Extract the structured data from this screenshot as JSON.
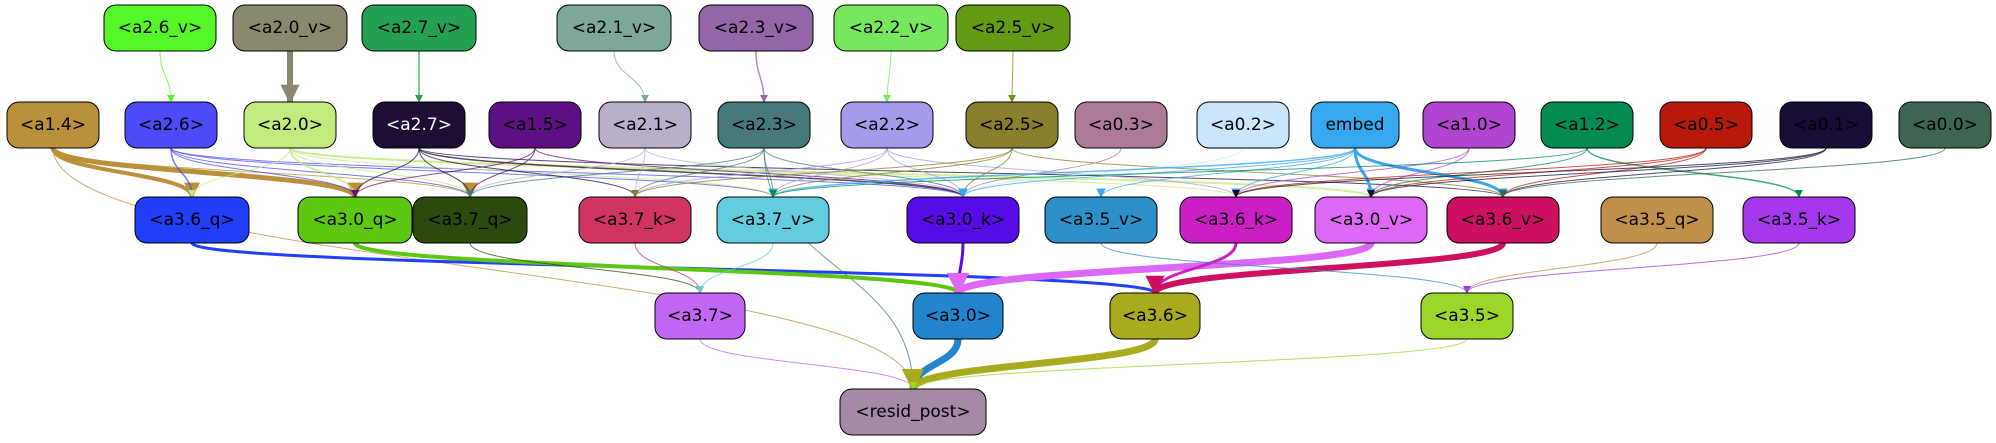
{
  "nodes": [
    {
      "id": "a2_6_v",
      "label": "<a2.6_v>",
      "fill": "#56f727",
      "text": "#000000"
    },
    {
      "id": "a2_0_v",
      "label": "<a2.0_v>",
      "fill": "#8b8870",
      "text": "#000000"
    },
    {
      "id": "a2_7_v",
      "label": "<a2.7_v>",
      "fill": "#22a153",
      "text": "#000000"
    },
    {
      "id": "a2_1_v",
      "label": "<a2.1_v>",
      "fill": "#7ba897",
      "text": "#000000"
    },
    {
      "id": "a2_3_v",
      "label": "<a2.3_v>",
      "fill": "#9366a8",
      "text": "#000000"
    },
    {
      "id": "a2_2_v",
      "label": "<a2.2_v>",
      "fill": "#77e85d",
      "text": "#000000"
    },
    {
      "id": "a2_5_v",
      "label": "<a2.5_v>",
      "fill": "#629a11",
      "text": "#000000"
    },
    {
      "id": "a1_4",
      "label": "<a1.4>",
      "fill": "#bb903b",
      "text": "#000000"
    },
    {
      "id": "a2_6",
      "label": "<a2.6>",
      "fill": "#4c4bf5",
      "text": "#000000"
    },
    {
      "id": "a2_0",
      "label": "<a2.0>",
      "fill": "#c3ea7c",
      "text": "#000000"
    },
    {
      "id": "a2_7",
      "label": "<a2.7>",
      "fill": "#1d0e34",
      "text": "#ffffff"
    },
    {
      "id": "a1_5",
      "label": "<a1.5>",
      "fill": "#5e0f84",
      "text": "#000000"
    },
    {
      "id": "a2_1",
      "label": "<a2.1>",
      "fill": "#b9afcb",
      "text": "#000000"
    },
    {
      "id": "a2_3",
      "label": "<a2.3>",
      "fill": "#47797a",
      "text": "#000000"
    },
    {
      "id": "a2_2",
      "label": "<a2.2>",
      "fill": "#a49bec",
      "text": "#000000"
    },
    {
      "id": "a2_5",
      "label": "<a2.5>",
      "fill": "#877f2b",
      "text": "#000000"
    },
    {
      "id": "a0_3",
      "label": "<a0.3>",
      "fill": "#ac7b98",
      "text": "#000000"
    },
    {
      "id": "a0_2",
      "label": "<a0.2>",
      "fill": "#c9e6fd",
      "text": "#000000"
    },
    {
      "id": "embed",
      "label": "embed",
      "fill": "#35a8ef",
      "text": "#000000"
    },
    {
      "id": "a1_0",
      "label": "<a1.0>",
      "fill": "#b045cf",
      "text": "#000000"
    },
    {
      "id": "a1_2",
      "label": "<a1.2>",
      "fill": "#038b52",
      "text": "#000000"
    },
    {
      "id": "a0_5",
      "label": "<a0.5>",
      "fill": "#b71a0c",
      "text": "#000000"
    },
    {
      "id": "a0_1",
      "label": "<a0.1>",
      "fill": "#180d37",
      "text": "#000000"
    },
    {
      "id": "a0_0",
      "label": "<a0.0>",
      "fill": "#3c6651",
      "text": "#000000"
    },
    {
      "id": "a3_6_q",
      "label": "<a3.6_q>",
      "fill": "#213ef8",
      "text": "#000000"
    },
    {
      "id": "a3_0_q",
      "label": "<a3.0_q>",
      "fill": "#5bc710",
      "text": "#000000"
    },
    {
      "id": "a3_7_q",
      "label": "<a3.7_q>",
      "fill": "#2c4a0c",
      "text": "#000000"
    },
    {
      "id": "a3_7_k",
      "label": "<a3.7_k>",
      "fill": "#d23461",
      "text": "#000000"
    },
    {
      "id": "a3_7_v",
      "label": "<a3.7_v>",
      "fill": "#63cde0",
      "text": "#000000"
    },
    {
      "id": "a3_0_k",
      "label": "<a3.0_k>",
      "fill": "#580be6",
      "text": "#000000"
    },
    {
      "id": "a3_5_v",
      "label": "<a3.5_v>",
      "fill": "#2a90c7",
      "text": "#000000"
    },
    {
      "id": "a3_6_k",
      "label": "<a3.6_k>",
      "fill": "#cc1ec6",
      "text": "#000000"
    },
    {
      "id": "a3_0_v",
      "label": "<a3.0_v>",
      "fill": "#de68f6",
      "text": "#000000"
    },
    {
      "id": "a3_6_v",
      "label": "<a3.6_v>",
      "fill": "#cd1160",
      "text": "#000000"
    },
    {
      "id": "a3_5_q",
      "label": "<a3.5_q>",
      "fill": "#c08f4a",
      "text": "#000000"
    },
    {
      "id": "a3_5_k",
      "label": "<a3.5_k>",
      "fill": "#a537ed",
      "text": "#000000"
    },
    {
      "id": "a3_7",
      "label": "<a3.7>",
      "fill": "#c267f5",
      "text": "#000000"
    },
    {
      "id": "a3_0",
      "label": "<a3.0>",
      "fill": "#2184cd",
      "text": "#000000"
    },
    {
      "id": "a3_6",
      "label": "<a3.6>",
      "fill": "#a9ab1f",
      "text": "#000000"
    },
    {
      "id": "a3_5",
      "label": "<a3.5>",
      "fill": "#9dd62b",
      "text": "#000000"
    },
    {
      "id": "resid_post",
      "label": "<resid_post>",
      "fill": "#a48aa5",
      "text": "#000000"
    }
  ],
  "edges": [
    {
      "from": "a2_6_v",
      "to": "a2_6",
      "color": "#56f727",
      "weight": 1
    },
    {
      "from": "a2_0_v",
      "to": "a2_0",
      "color": "#8b8870",
      "weight": 6
    },
    {
      "from": "a2_7_v",
      "to": "a2_7",
      "color": "#22a153",
      "weight": 1.5
    },
    {
      "from": "a2_1_v",
      "to": "a2_1",
      "color": "#7ba897",
      "weight": 1
    },
    {
      "from": "a2_3_v",
      "to": "a2_3",
      "color": "#9366a8",
      "weight": 1.5
    },
    {
      "from": "a2_2_v",
      "to": "a2_2",
      "color": "#77e85d",
      "weight": 1
    },
    {
      "from": "a2_5_v",
      "to": "a2_5",
      "color": "#629a11",
      "weight": 1
    },
    {
      "from": "a1_4",
      "to": "a3_6_q",
      "color": "#bb903b",
      "weight": 4
    },
    {
      "from": "a1_4",
      "to": "a3_0_q",
      "color": "#bb903b",
      "weight": 5
    },
    {
      "from": "a1_4",
      "to": "resid_post",
      "color": "#bb903b",
      "weight": 1
    },
    {
      "from": "a1_4",
      "to": "a3_7_q",
      "color": "#bb903b",
      "weight": 1
    },
    {
      "from": "a2_6",
      "to": "a3_6_q",
      "color": "#4c4bf5",
      "weight": 1.5
    },
    {
      "from": "a2_6",
      "to": "a3_0_q",
      "color": "#4c4bf5",
      "weight": 1
    },
    {
      "from": "a2_6",
      "to": "a3_7_q",
      "color": "#4c4bf5",
      "weight": 1
    },
    {
      "from": "a2_6",
      "to": "a3_7_v",
      "color": "#4c4bf5",
      "weight": 1
    },
    {
      "from": "a2_6",
      "to": "a3_0_k",
      "color": "#4c4bf5",
      "weight": 1
    },
    {
      "from": "a2_0",
      "to": "a3_0_q",
      "color": "#c3ea7c",
      "weight": 2
    },
    {
      "from": "a2_0",
      "to": "a3_6_q",
      "color": "#c3ea7c",
      "weight": 1
    },
    {
      "from": "a2_0",
      "to": "a3_7_q",
      "color": "#c3ea7c",
      "weight": 1
    },
    {
      "from": "a2_0",
      "to": "a3_0_v",
      "color": "#c3ea7c",
      "weight": 2
    },
    {
      "from": "a2_0",
      "to": "a3_7_v",
      "color": "#c3ea7c",
      "weight": 1
    },
    {
      "from": "a2_0",
      "to": "a3_6_k",
      "color": "#c3ea7c",
      "weight": 1
    },
    {
      "from": "a2_7",
      "to": "a3_0_q",
      "color": "#1d0e34",
      "weight": 1
    },
    {
      "from": "a2_7",
      "to": "a3_7_q",
      "color": "#1d0e34",
      "weight": 1
    },
    {
      "from": "a2_7",
      "to": "a3_7_k",
      "color": "#1d0e34",
      "weight": 1
    },
    {
      "from": "a2_7",
      "to": "a3_0_k",
      "color": "#1d0e34",
      "weight": 1.5
    },
    {
      "from": "a2_7",
      "to": "a3_6_v",
      "color": "#1d0e34",
      "weight": 1
    },
    {
      "from": "a1_5",
      "to": "a3_0_q",
      "color": "#5e0f84",
      "weight": 1
    },
    {
      "from": "a1_5",
      "to": "a3_7_q",
      "color": "#5e0f84",
      "weight": 1
    },
    {
      "from": "a1_5",
      "to": "a3_0_k",
      "color": "#5e0f84",
      "weight": 1
    },
    {
      "from": "a2_1",
      "to": "a3_7_q",
      "color": "#b9afcb",
      "weight": 1
    },
    {
      "from": "a2_1",
      "to": "a3_7_k",
      "color": "#b9afcb",
      "weight": 1
    },
    {
      "from": "a2_1",
      "to": "a3_0_k",
      "color": "#b9afcb",
      "weight": 1
    },
    {
      "from": "a2_3",
      "to": "a3_7_q",
      "color": "#47797a",
      "weight": 1
    },
    {
      "from": "a2_3",
      "to": "a3_7_k",
      "color": "#47797a",
      "weight": 1
    },
    {
      "from": "a2_3",
      "to": "a3_7_v",
      "color": "#47797a",
      "weight": 1
    },
    {
      "from": "a2_3",
      "to": "a3_0_k",
      "color": "#47797a",
      "weight": 1
    },
    {
      "from": "a2_3",
      "to": "resid_post",
      "color": "#47797a",
      "weight": 1
    },
    {
      "from": "a2_2",
      "to": "a3_7_k",
      "color": "#a49bec",
      "weight": 1
    },
    {
      "from": "a2_2",
      "to": "a3_7_v",
      "color": "#a49bec",
      "weight": 1
    },
    {
      "from": "a2_2",
      "to": "a3_0_k",
      "color": "#a49bec",
      "weight": 1
    },
    {
      "from": "a2_2",
      "to": "a3_6_k",
      "color": "#a49bec",
      "weight": 1
    },
    {
      "from": "a2_5",
      "to": "a3_7_k",
      "color": "#877f2b",
      "weight": 1
    },
    {
      "from": "a2_5",
      "to": "a3_7_v",
      "color": "#877f2b",
      "weight": 1
    },
    {
      "from": "a2_5",
      "to": "a3_0_k",
      "color": "#877f2b",
      "weight": 1
    },
    {
      "from": "a2_5",
      "to": "a3_6_v",
      "color": "#877f2b",
      "weight": 1
    },
    {
      "from": "a0_3",
      "to": "a3_0_k",
      "color": "#ac7b98",
      "weight": 1
    },
    {
      "from": "a0_2",
      "to": "a3_0_k",
      "color": "#c9e6fd",
      "weight": 1
    },
    {
      "from": "embed",
      "to": "a3_0_v",
      "color": "#35a8ef",
      "weight": 3
    },
    {
      "from": "embed",
      "to": "a3_6_v",
      "color": "#35a8ef",
      "weight": 3
    },
    {
      "from": "embed",
      "to": "a3_7_v",
      "color": "#35a8ef",
      "weight": 1.5
    },
    {
      "from": "embed",
      "to": "a3_5_v",
      "color": "#35a8ef",
      "weight": 1
    },
    {
      "from": "embed",
      "to": "a3_6_k",
      "color": "#35a8ef",
      "weight": 1
    },
    {
      "from": "embed",
      "to": "a3_0_k",
      "color": "#35a8ef",
      "weight": 1
    },
    {
      "from": "a1_0",
      "to": "a3_0_v",
      "color": "#b045cf",
      "weight": 1
    },
    {
      "from": "a1_0",
      "to": "a3_6_k",
      "color": "#b045cf",
      "weight": 1
    },
    {
      "from": "a1_2",
      "to": "a3_0_v",
      "color": "#038b52",
      "weight": 1
    },
    {
      "from": "a1_2",
      "to": "a3_5_k",
      "color": "#038b52",
      "weight": 1.5
    },
    {
      "from": "a1_2",
      "to": "a3_7_v",
      "color": "#038b52",
      "weight": 1
    },
    {
      "from": "a0_5",
      "to": "a3_6_v",
      "color": "#b71a0c",
      "weight": 1
    },
    {
      "from": "a0_5",
      "to": "a3_0_v",
      "color": "#b71a0c",
      "weight": 1
    },
    {
      "from": "a0_5",
      "to": "a3_6_k",
      "color": "#b71a0c",
      "weight": 1
    },
    {
      "from": "a0_1",
      "to": "a3_0_v",
      "color": "#180d37",
      "weight": 1
    },
    {
      "from": "a0_1",
      "to": "a3_6_k",
      "color": "#180d37",
      "weight": 1
    },
    {
      "from": "a0_1",
      "to": "a3_6_v",
      "color": "#180d37",
      "weight": 1
    },
    {
      "from": "a0_0",
      "to": "a3_6_v",
      "color": "#3c6651",
      "weight": 1
    },
    {
      "from": "a3_6_q",
      "to": "a3_6",
      "color": "#213ef8",
      "weight": 3
    },
    {
      "from": "a3_0_q",
      "to": "a3_0",
      "color": "#5bc710",
      "weight": 4
    },
    {
      "from": "a3_7_q",
      "to": "a3_7",
      "color": "#2c4a0c",
      "weight": 1
    },
    {
      "from": "a3_7_k",
      "to": "a3_7",
      "color": "#d23461",
      "weight": 1
    },
    {
      "from": "a3_7_v",
      "to": "a3_7",
      "color": "#63cde0",
      "weight": 1
    },
    {
      "from": "a3_0_k",
      "to": "a3_0",
      "color": "#580be6",
      "weight": 3
    },
    {
      "from": "a3_0_v",
      "to": "a3_0",
      "color": "#de68f6",
      "weight": 7
    },
    {
      "from": "a3_6_k",
      "to": "a3_6",
      "color": "#cc1ec6",
      "weight": 3
    },
    {
      "from": "a3_6_v",
      "to": "a3_6",
      "color": "#cd1160",
      "weight": 6
    },
    {
      "from": "a3_5_v",
      "to": "a3_5",
      "color": "#2a90c7",
      "weight": 1
    },
    {
      "from": "a3_5_q",
      "to": "a3_5",
      "color": "#c08f4a",
      "weight": 1
    },
    {
      "from": "a3_5_k",
      "to": "a3_5",
      "color": "#a537ed",
      "weight": 1
    },
    {
      "from": "a3_7",
      "to": "resid_post",
      "color": "#c267f5",
      "weight": 1
    },
    {
      "from": "a3_0",
      "to": "resid_post",
      "color": "#2184cd",
      "weight": 7
    },
    {
      "from": "a3_6",
      "to": "resid_post",
      "color": "#a9ab1f",
      "weight": 7
    },
    {
      "from": "a3_5",
      "to": "resid_post",
      "color": "#9dd62b",
      "weight": 1
    }
  ]
}
